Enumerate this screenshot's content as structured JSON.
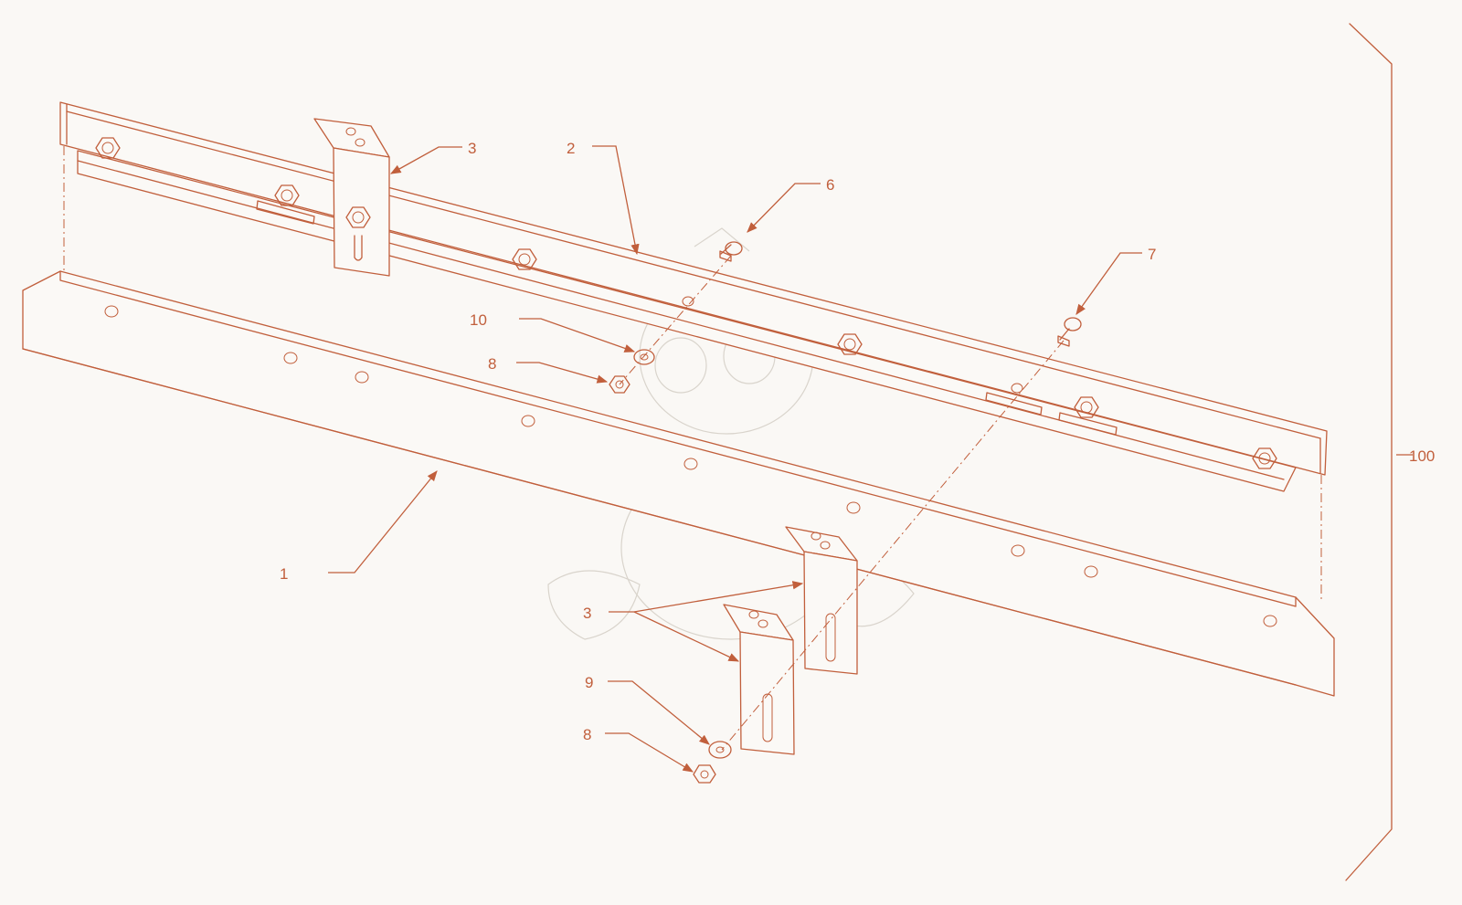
{
  "accent_color": "#c15f3c",
  "background_color": "#faf8f5",
  "callouts": {
    "c1": "1",
    "c2": "2",
    "c3_top": "3",
    "c3_bottom": "3",
    "c6": "6",
    "c7": "7",
    "c8_top": "8",
    "c8_bottom": "8",
    "c9": "9",
    "c10": "10",
    "c100": "100"
  }
}
